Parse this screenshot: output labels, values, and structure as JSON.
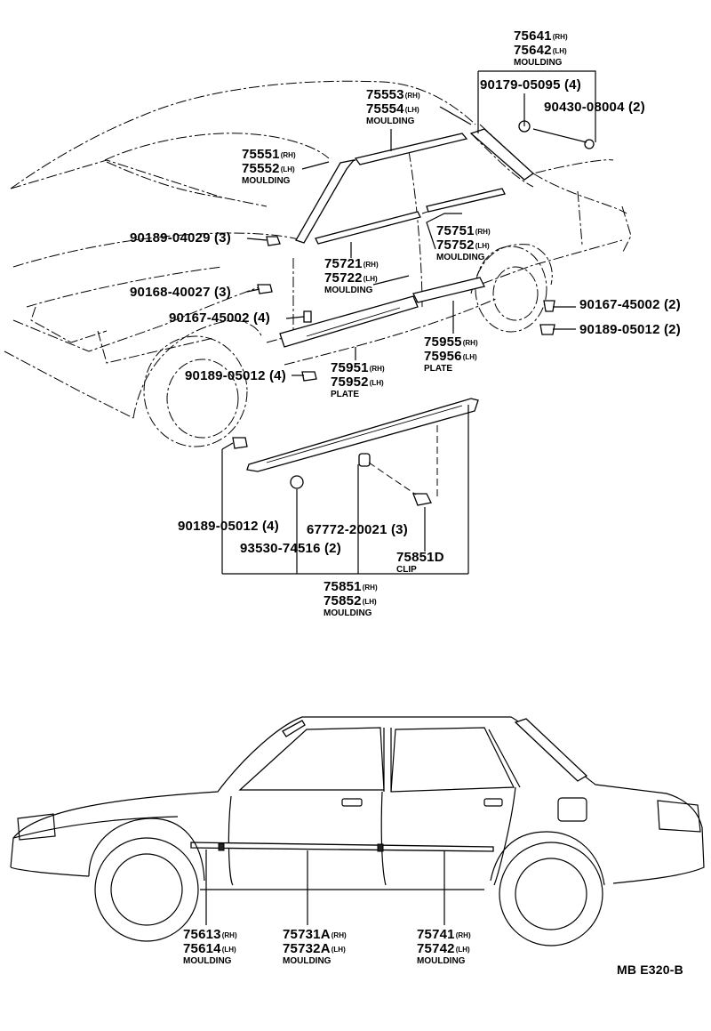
{
  "diagram_code": "MB E320-B",
  "labels": {
    "p75641": {
      "rh": "75641",
      "rh_sfx": "(RH)",
      "lh": "75642",
      "lh_sfx": "(LH)",
      "name": "MOULDING"
    },
    "p90179": {
      "text": "90179-05095 (4)"
    },
    "p90430": {
      "text": "90430-08004 (2)"
    },
    "p75553": {
      "rh": "75553",
      "rh_sfx": "(RH)",
      "lh": "75554",
      "lh_sfx": "(LH)",
      "name": "MOULDING"
    },
    "p75551": {
      "rh": "75551",
      "rh_sfx": "(RH)",
      "lh": "75552",
      "lh_sfx": "(LH)",
      "name": "MOULDING"
    },
    "p90189a": {
      "text": "90189-04029 (3)"
    },
    "p75751": {
      "rh": "75751",
      "rh_sfx": "(RH)",
      "lh": "75752",
      "lh_sfx": "(LH)",
      "name": "MOULDING"
    },
    "p75721": {
      "rh": "75721",
      "rh_sfx": "(RH)",
      "lh": "75722",
      "lh_sfx": "(LH)",
      "name": "MOULDING"
    },
    "p90168": {
      "text": "90168-40027 (3)"
    },
    "p90167a": {
      "text": "90167-45002 (4)"
    },
    "p90167b": {
      "text": "90167-45002 (2)"
    },
    "p90189b": {
      "text": "90189-05012 (2)"
    },
    "p75955": {
      "rh": "75955",
      "rh_sfx": "(RH)",
      "lh": "75956",
      "lh_sfx": "(LH)",
      "name": "PLATE"
    },
    "p90189c": {
      "text": "90189-05012 (4)"
    },
    "p75951": {
      "rh": "75951",
      "rh_sfx": "(RH)",
      "lh": "75952",
      "lh_sfx": "(LH)",
      "name": "PLATE"
    },
    "p90189d": {
      "text": "90189-05012 (4)"
    },
    "p67772": {
      "text": "67772-20021 (3)"
    },
    "p93530": {
      "text": "93530-74516 (2)"
    },
    "p75851d": {
      "text": "75851D",
      "name": "CLIP"
    },
    "p75851": {
      "rh": "75851",
      "rh_sfx": "(RH)",
      "lh": "75852",
      "lh_sfx": "(LH)",
      "name": "MOULDING"
    },
    "p75613": {
      "rh": "75613",
      "rh_sfx": "(RH)",
      "lh": "75614",
      "lh_sfx": "(LH)",
      "name": "MOULDING"
    },
    "p75731": {
      "rh": "75731A",
      "rh_sfx": "(RH)",
      "lh": "75732A",
      "lh_sfx": "(LH)",
      "name": "MOULDING"
    },
    "p75741": {
      "rh": "75741",
      "rh_sfx": "(RH)",
      "lh": "75742",
      "lh_sfx": "(LH)",
      "name": "MOULDING"
    }
  }
}
